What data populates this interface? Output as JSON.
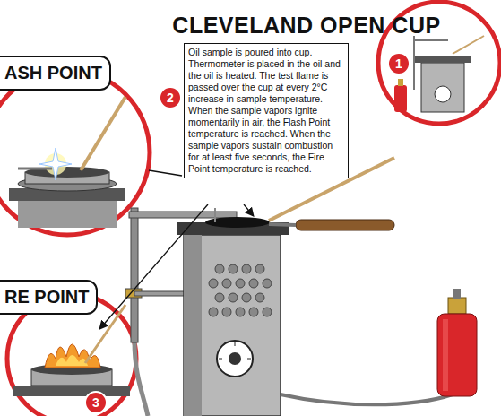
{
  "diagram": {
    "title": "CLEVELAND OPEN CUP",
    "nodes": [
      {
        "text": [
          "Oil sample is poured into cup. Thermometer is placed in the oil and the oil is heated. The test flame is passed over the cup at every 2°C increase in sample temperature. When the sample vapors ignite momentarily in air, the Flash Point temperature is reached. When the sample vapors sustain combustion for at least five seconds, the Fire Point temperature is reached."
        ]
      },
      {
        "text": [
          "ASH POINT"
        ]
      },
      {
        "text": [
          "RE POINT"
        ]
      }
    ],
    "labels": [
      "1",
      "2",
      "3"
    ]
  }
}
